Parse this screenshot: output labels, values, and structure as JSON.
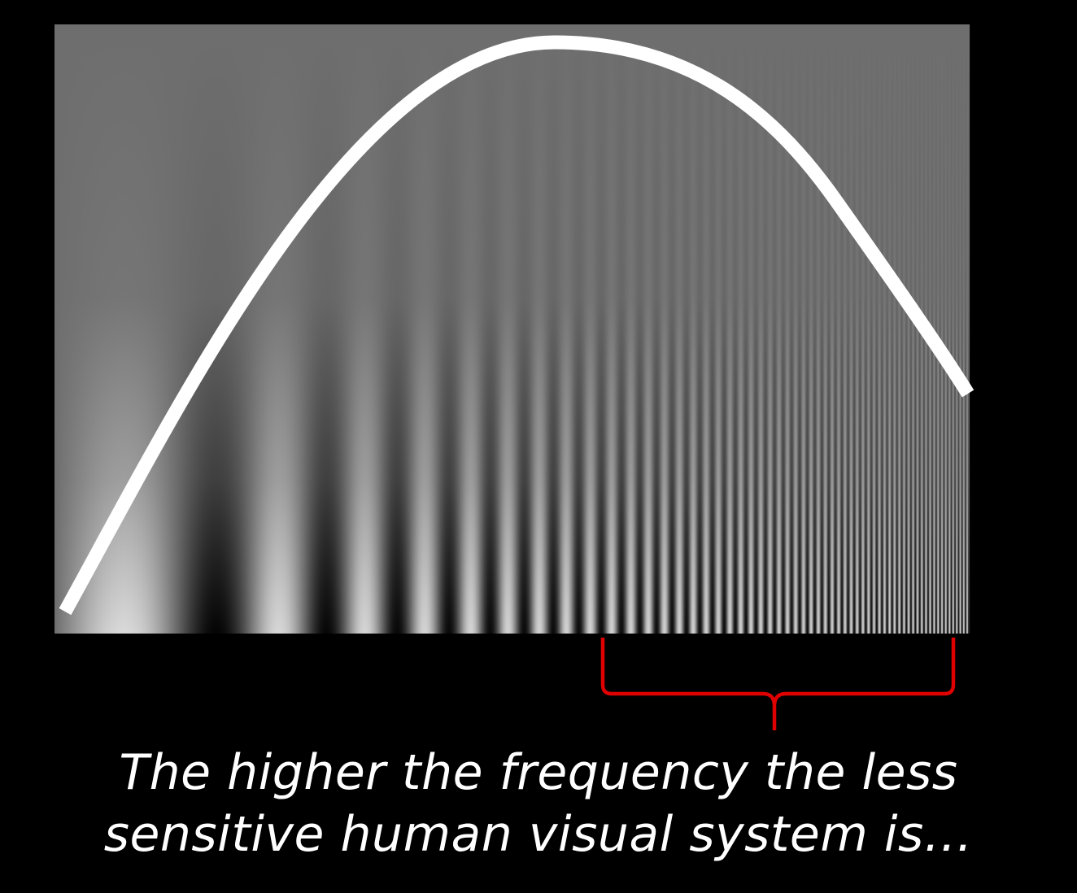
{
  "caption": {
    "line1": "The higher the frequency the less",
    "line2": "sensitive human visual system is…"
  },
  "figure": {
    "kind": "contrast-sensitivity-chart",
    "curve_color": "#ffffff",
    "bracket_color": "#e00000",
    "background_gray": "#6e6e6e"
  }
}
